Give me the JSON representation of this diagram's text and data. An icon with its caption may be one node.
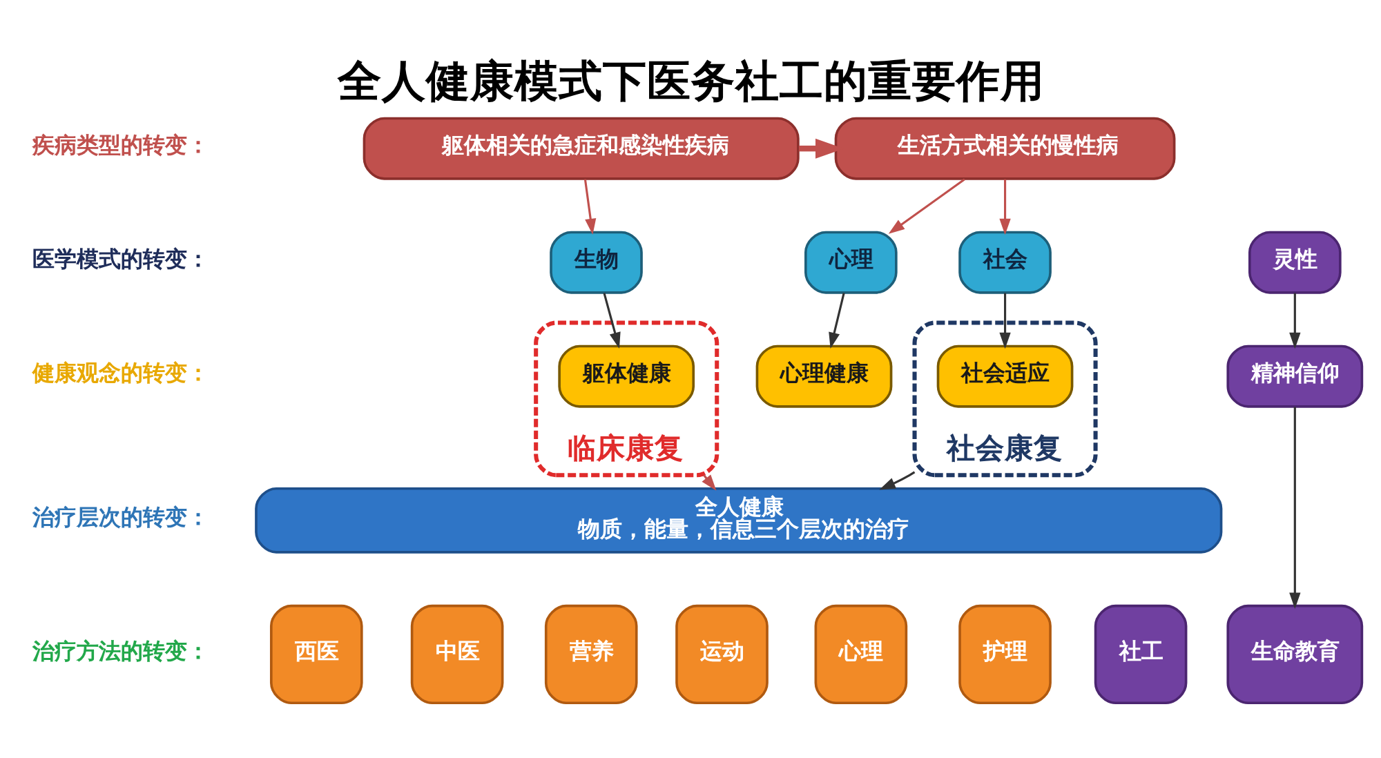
{
  "diagram": {
    "title": "全人健康模式下医务社工的重要作用",
    "nodes": [
      {
        "text": [
          "躯体相关的急症和感染性疾病"
        ]
      },
      {
        "text": [
          "生活方式相关的慢性病"
        ]
      },
      {
        "text": [
          "生物"
        ]
      },
      {
        "text": [
          "心理"
        ]
      },
      {
        "text": [
          "社会"
        ]
      },
      {
        "text": [
          "灵性"
        ]
      },
      {
        "text": [
          "临床康复"
        ]
      },
      {
        "text": [
          "躯体健康"
        ],
        "in": 6
      },
      {
        "text": [
          "心理健康"
        ]
      },
      {
        "text": [
          "社会康复"
        ]
      },
      {
        "text": [
          "社会适应"
        ],
        "in": 9
      },
      {
        "text": [
          "精神信仰"
        ]
      },
      {
        "text": [
          "全人健康",
          "物质，能量，信息三个层次的治疗"
        ]
      },
      {
        "text": [
          "西医"
        ]
      },
      {
        "text": [
          "中医"
        ]
      },
      {
        "text": [
          "营养"
        ]
      },
      {
        "text": [
          "运动"
        ]
      },
      {
        "text": [
          "心理"
        ]
      },
      {
        "text": [
          "护理"
        ]
      },
      {
        "text": [
          "社工"
        ]
      },
      {
        "text": [
          "生命教育"
        ]
      }
    ],
    "edges": [
      {
        "from": 0,
        "to": 1,
        "arrow": "to",
        "style": "thick",
        "color": "#c0504d"
      },
      {
        "from": 0,
        "to": 2,
        "arrow": "to",
        "color": "#c0504d"
      },
      {
        "from": 1,
        "to": 3,
        "arrow": "to",
        "color": "#c0504d"
      },
      {
        "from": 1,
        "to": 4,
        "arrow": "to",
        "color": "#c0504d"
      },
      {
        "from": 2,
        "to": 7,
        "arrow": "to"
      },
      {
        "from": 3,
        "to": 8,
        "arrow": "to"
      },
      {
        "from": 4,
        "to": 10,
        "arrow": "to"
      },
      {
        "from": 5,
        "to": 11,
        "arrow": "to"
      },
      {
        "from": 6,
        "to": 12,
        "arrow": "to",
        "color": "#c0504d"
      },
      {
        "from": 9,
        "to": 12,
        "arrow": "to"
      },
      {
        "from": 11,
        "to": 20,
        "arrow": "to"
      }
    ],
    "labels": [
      "疾病类型的转变：",
      "医学模式的转变：",
      "健康观念的转变：",
      "治疗层次的转变：",
      "治疗方法的转变："
    ]
  }
}
